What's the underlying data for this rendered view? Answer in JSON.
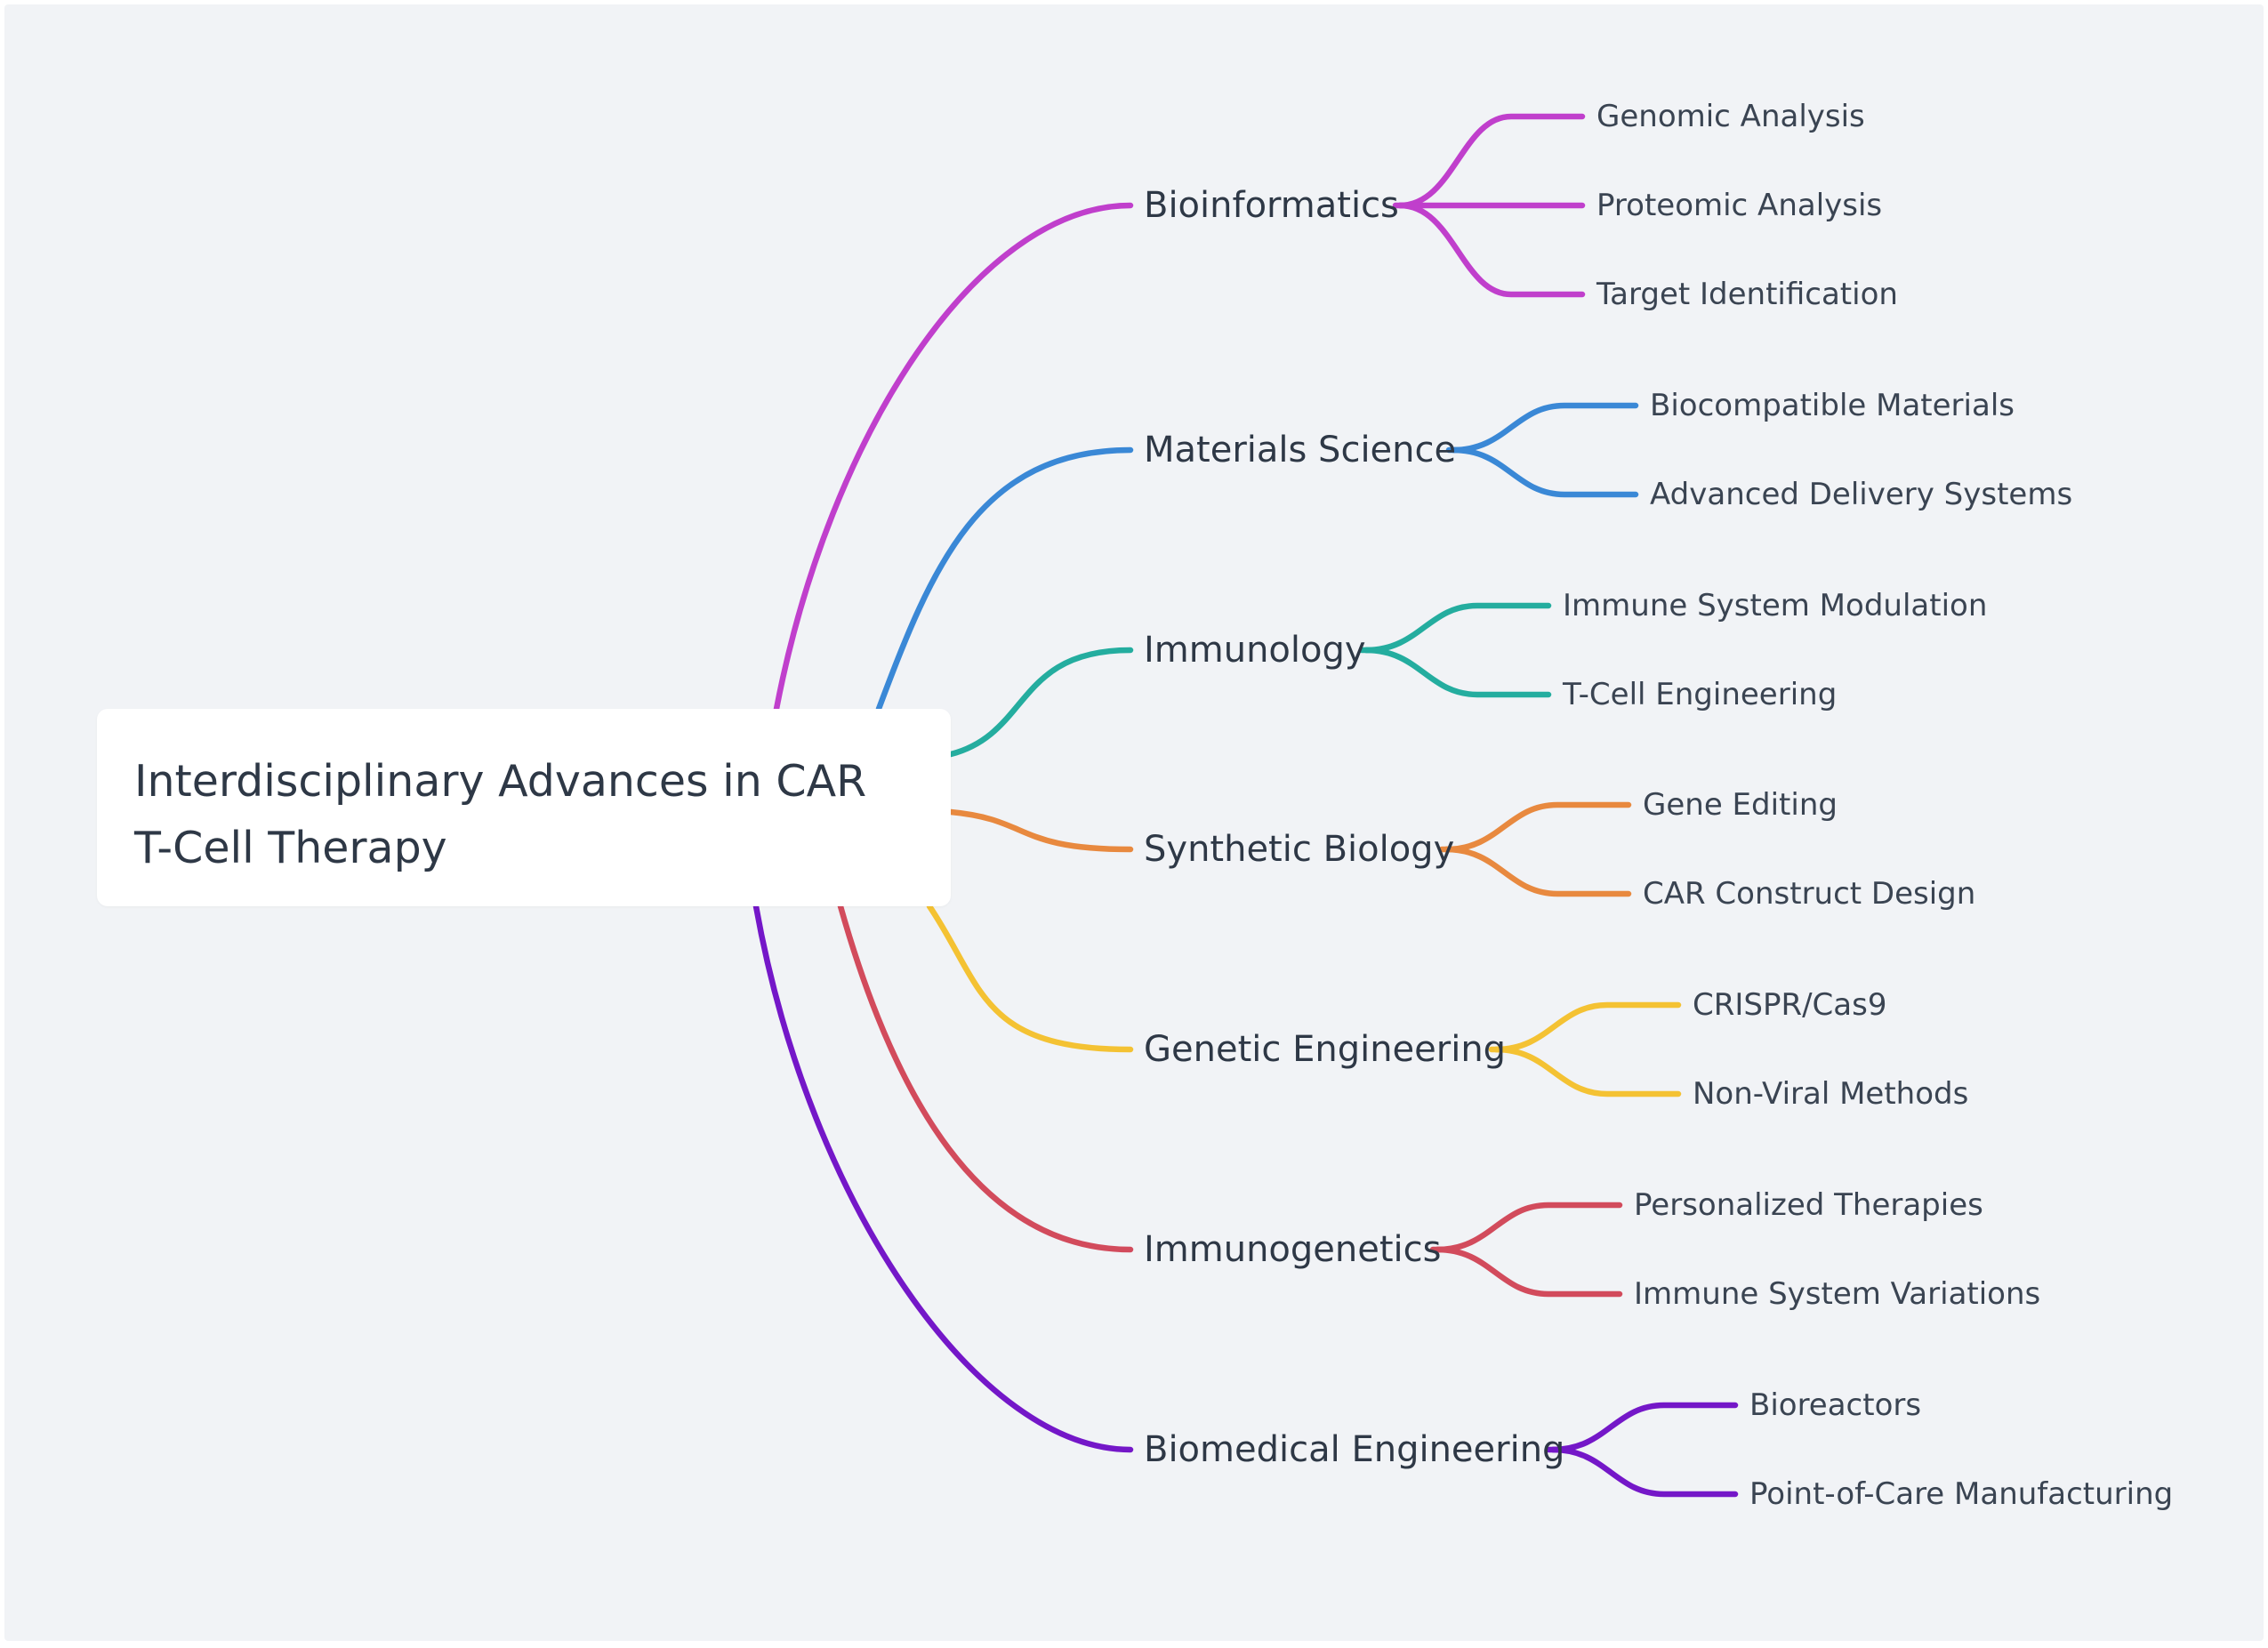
{
  "mindmap": {
    "root": {
      "label": "Interdisciplinary Advances in CAR T-Cell Therapy"
    },
    "branches": [
      {
        "label": "Bioinformatics",
        "color": "#c03fcc",
        "children": [
          "Genomic Analysis",
          "Proteomic Analysis",
          "Target Identification"
        ]
      },
      {
        "label": "Materials Science",
        "color": "#3a88d6",
        "children": [
          "Biocompatible Materials",
          "Advanced Delivery Systems"
        ]
      },
      {
        "label": "Immunology",
        "color": "#24ad9f",
        "children": [
          "Immune System Modulation",
          "T-Cell Engineering"
        ]
      },
      {
        "label": "Synthetic Biology",
        "color": "#e8893f",
        "children": [
          "Gene Editing",
          "CAR Construct Design"
        ]
      },
      {
        "label": "Genetic Engineering",
        "color": "#f4c233",
        "children": [
          "CRISPR/Cas9",
          "Non-Viral Methods"
        ]
      },
      {
        "label": "Immunogenetics",
        "color": "#d24b5c",
        "children": [
          "Personalized Therapies",
          "Immune System Variations"
        ]
      },
      {
        "label": "Biomedical Engineering",
        "color": "#7417c8",
        "children": [
          "Bioreactors",
          "Point-of-Care Manufacturing"
        ]
      }
    ]
  }
}
